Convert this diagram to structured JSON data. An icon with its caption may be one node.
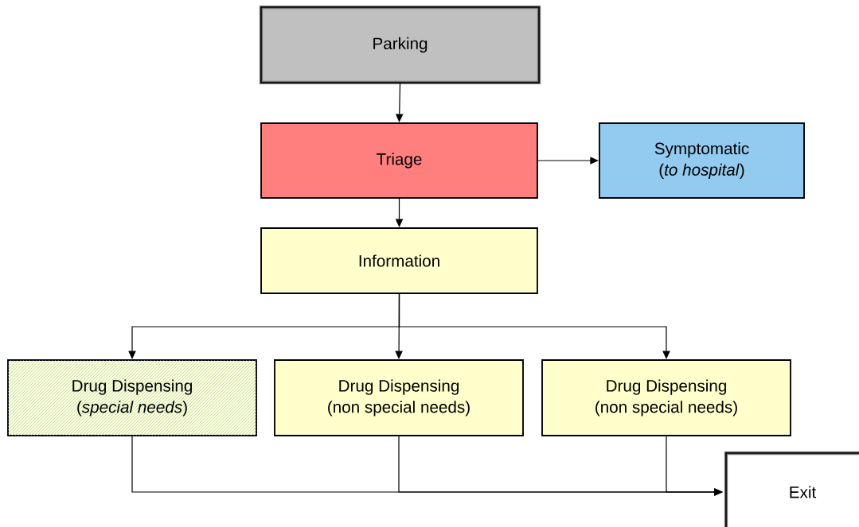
{
  "diagram": {
    "nodes": [
      {
        "text": [
          "Parking"
        ]
      },
      {
        "text": [
          "Triage"
        ]
      },
      {
        "text": [
          "Symptomatic",
          "(*to hospital*)"
        ]
      },
      {
        "text": [
          "Information"
        ]
      },
      {
        "text": [
          "Drug Dispensing",
          "(*special needs*)"
        ]
      },
      {
        "text": [
          "Drug Dispensing",
          "(non special needs)"
        ]
      },
      {
        "text": [
          "Drug Dispensing",
          "(non special needs)"
        ]
      },
      {
        "text": [
          "Exit"
        ]
      }
    ],
    "edges": [
      {
        "from": 0,
        "to": 1,
        "arrow": "to"
      },
      {
        "from": 1,
        "to": 2,
        "arrow": "to"
      },
      {
        "from": 1,
        "to": 3,
        "arrow": "to"
      },
      {
        "from": 3,
        "to": 4,
        "arrow": "to"
      },
      {
        "from": 3,
        "to": 5,
        "arrow": "to"
      },
      {
        "from": 3,
        "to": 6,
        "arrow": "to"
      },
      {
        "from": 4,
        "to": 7,
        "arrow": "to"
      },
      {
        "from": 5,
        "to": 7,
        "arrow": "to"
      },
      {
        "from": 6,
        "to": 7,
        "arrow": "to"
      }
    ]
  }
}
